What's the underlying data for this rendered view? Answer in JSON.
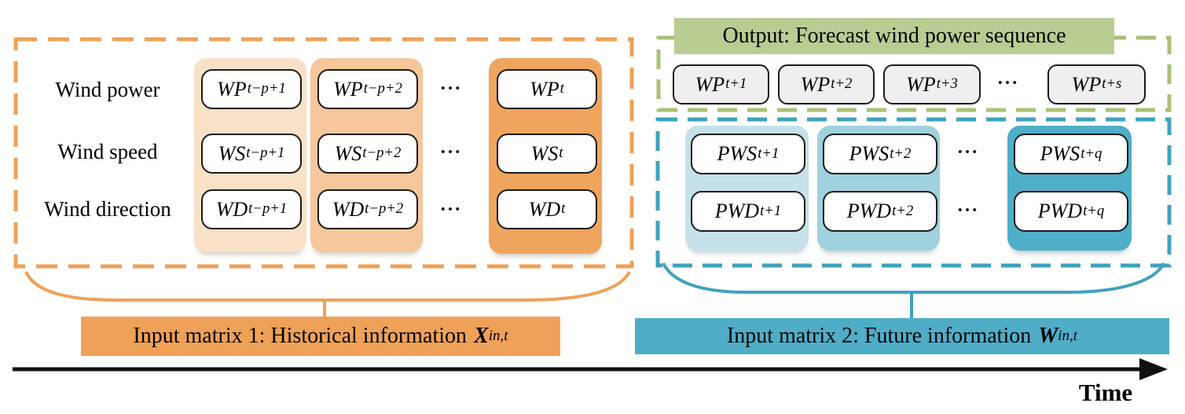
{
  "colors": {
    "orange_accent": "#EFA157",
    "orange_col_light": "#F9E1C7",
    "orange_col_mid": "#F5C79B",
    "orange_col_dark": "#F0A55F",
    "green_label_bg": "#B9CD93",
    "green_dash": "#A9C176",
    "teal_dash": "#3FA2BE",
    "teal_label_bg": "#4FADC7",
    "teal_col_light": "#C5E1EA",
    "teal_col_mid": "#9FD2DE",
    "teal_col_dark": "#4FAEC8",
    "output_cell_bg": "#EFEFEF",
    "cell_border": "#1B1B1B",
    "arrow_color": "#111111"
  },
  "left_matrix": {
    "row_labels": [
      "Wind power",
      "Wind speed",
      "Wind direction"
    ],
    "ellipsis": "•••",
    "columns": [
      {
        "cells": [
          {
            "base": "WP",
            "sub": "t−p+1"
          },
          {
            "base": "WS",
            "sub": "t−p+1"
          },
          {
            "base": "WD",
            "sub": "t−p+1"
          }
        ]
      },
      {
        "cells": [
          {
            "base": "WP",
            "sub": "t−p+2"
          },
          {
            "base": "WS",
            "sub": "t−p+2"
          },
          {
            "base": "WD",
            "sub": "t−p+2"
          }
        ]
      },
      {
        "cells": [
          {
            "base": "WP",
            "sub": "t"
          },
          {
            "base": "WS",
            "sub": "t"
          },
          {
            "base": "WD",
            "sub": "t"
          }
        ]
      }
    ],
    "label_prefix": "Input matrix 1: Historical information",
    "label_var": "X",
    "label_var_sub": "in,t"
  },
  "output_sequence": {
    "title": "Output: Forecast wind power sequence",
    "ellipsis": "•••",
    "cells": [
      {
        "base": "WP",
        "sub": "t+1"
      },
      {
        "base": "WP",
        "sub": "t+2"
      },
      {
        "base": "WP",
        "sub": "t+3"
      },
      {
        "base": "WP",
        "sub": "t+s"
      }
    ]
  },
  "right_matrix": {
    "ellipsis": "•••",
    "columns": [
      {
        "cells": [
          {
            "base": "PWS",
            "sub": "t+1"
          },
          {
            "base": "PWD",
            "sub": "t+1"
          }
        ]
      },
      {
        "cells": [
          {
            "base": "PWS",
            "sub": "t+2"
          },
          {
            "base": "PWD",
            "sub": "t+2"
          }
        ]
      },
      {
        "cells": [
          {
            "base": "PWS",
            "sub": "t+q"
          },
          {
            "base": "PWD",
            "sub": "t+q"
          }
        ]
      }
    ],
    "label_prefix": "Input matrix 2: Future information",
    "label_var": "W",
    "label_var_sub": "in,t"
  },
  "timeline": {
    "label": "Time"
  }
}
